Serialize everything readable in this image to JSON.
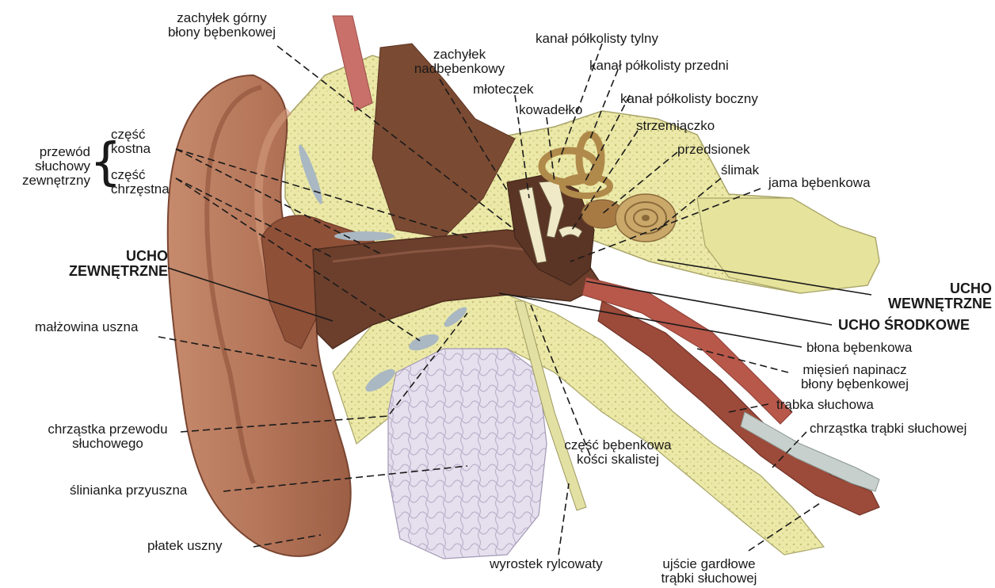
{
  "labels": {
    "zachylek_gorny_1": "zachyłek górny",
    "zachylek_gorny_2": "błony bębenkowej",
    "zachylek_nadbebenkowy_1": "zachyłek",
    "zachylek_nadbebenkowy_2": "nadbębenkowy",
    "kanal_tylny": "kanał półkolisty tylny",
    "kanal_przedni": "kanał półkolisty przedni",
    "kanal_boczny": "kanał półkolisty boczny",
    "mloteczek": "młoteczek",
    "kowadelko": "kowadełko",
    "strzemiaczko": "strzemiączko",
    "przedsionek": "przedsionek",
    "slimak": "ślimak",
    "jama_bebenkowa": "jama bębenkowa",
    "przewod_1": "przewód",
    "przewod_2": "słuchowy",
    "przewod_3": "zewnętrzny",
    "czesc_kostna_1": "część",
    "czesc_kostna_2": "kostna",
    "czesc_chrzestna_1": "część",
    "czesc_chrzestna_2": "chrzęstna",
    "ucho_zewnetrzne_1": "UCHO",
    "ucho_zewnetrzne_2": "ZEWNĘTRZNE",
    "malzowina": "małżowina uszna",
    "ucho_wewnetrzne_1": "UCHO",
    "ucho_wewnetrzne_2": "WEWNĘTRZNE",
    "ucho_srodkowe": "UCHO ŚRODKOWE",
    "blona_bebenkowa": "błona bębenkowa",
    "miesien_1": "mięsień napinacz",
    "miesien_2": "błony bębenkowej",
    "trabka": "trąbka słuchowa",
    "chrzastka_trabki": "chrząstka trąbki słuchowej",
    "chrzastka_przewodu_1": "chrząstka przewodu",
    "chrzastka_przewodu_2": "słuchowego",
    "czesc_bebenkowa_1": "część bębenkowa",
    "czesc_bebenkowa_2": "kości skalistej",
    "slinianka": "ślinianka przyuszna",
    "platek": "płatek uszny",
    "wyrostek": "wyrostek rylcowaty",
    "ujscie_1": "ujście gardłowe",
    "ujscie_2": "trąbki słuchowej"
  },
  "colors": {
    "skin": "#b9775a",
    "skin_dark": "#8a4e36",
    "canal": "#6b3f2c",
    "bone": "#ece9a8",
    "bone_dot": "#cfcc84",
    "cartilage": "#a9b8c2",
    "muscle": "#b8584a",
    "gland": "#ddd6e6",
    "ink": "#1a1a1a"
  }
}
